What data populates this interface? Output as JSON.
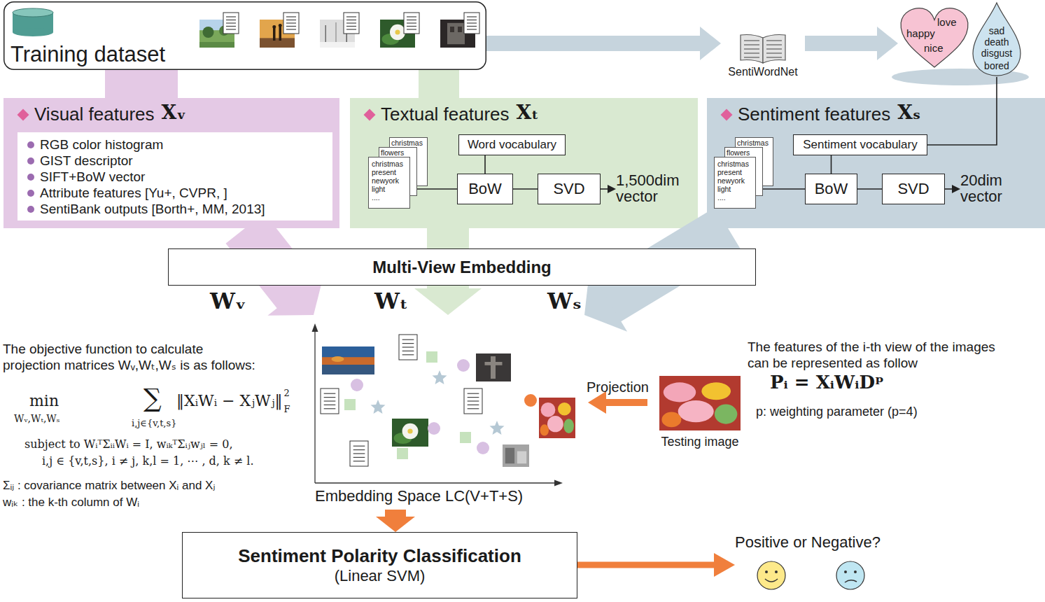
{
  "diagram": {
    "nodes": [
      {
        "text": [
          "Training dataset"
        ]
      },
      {
        "text": [
          "SentiWordNet"
        ]
      },
      {
        "text": [
          "happy",
          "love",
          "nice"
        ]
      },
      {
        "text": [
          "sad",
          "death",
          "disgust",
          "bored"
        ]
      },
      {
        "text": [
          "Visual features",
          "Xᵥ"
        ]
      },
      {
        "text": [
          "RGB color histogram",
          "GIST descriptor",
          "SIFT+BoW vector",
          "Attribute features [Yu+, CVPR, ]",
          "SentiBank outputs [Borth+, MM, 2013]"
        ],
        "in": 4
      },
      {
        "text": [
          "Textual features",
          "Xₜ"
        ]
      },
      {
        "text": [
          "christmas present newyork light ...."
        ],
        "in": 6
      },
      {
        "text": [
          "Word vocabulary"
        ],
        "in": 6
      },
      {
        "text": [
          "BoW"
        ],
        "in": 6
      },
      {
        "text": [
          "SVD"
        ],
        "in": 6
      },
      {
        "text": [
          "1,500dim vector"
        ],
        "in": 6
      },
      {
        "text": [
          "Sentiment features",
          "Xₛ"
        ]
      },
      {
        "text": [
          "christmas present newyork light ...."
        ],
        "in": 12
      },
      {
        "text": [
          "Sentiment vocabulary"
        ],
        "in": 12
      },
      {
        "text": [
          "BoW"
        ],
        "in": 12
      },
      {
        "text": [
          "SVD"
        ],
        "in": 12
      },
      {
        "text": [
          "20dim vector"
        ],
        "in": 12
      },
      {
        "text": [
          "Multi-View Embedding"
        ]
      },
      {
        "text": [
          "Embedding Space LC(V+T+S)"
        ]
      },
      {
        "text": [
          "Testing image"
        ]
      },
      {
        "text": [
          "Sentiment Polarity Classification",
          "(Linear SVM)"
        ]
      },
      {
        "text": [
          "Positive or Negative?"
        ]
      }
    ],
    "edges": [
      {
        "from": 0,
        "to": 4,
        "arrow": "none"
      },
      {
        "from": 0,
        "to": 6,
        "arrow": "none"
      },
      {
        "from": 0,
        "to": 1,
        "arrow": "to"
      },
      {
        "from": 1,
        "to": 2,
        "arrow": "to"
      },
      {
        "from": 3,
        "to": 14,
        "arrow": "none"
      },
      {
        "from": 7,
        "to": 9,
        "arrow": "none"
      },
      {
        "from": 8,
        "to": 9,
        "arrow": "none"
      },
      {
        "from": 9,
        "to": 10,
        "arrow": "none"
      },
      {
        "from": 10,
        "to": 11,
        "arrow": "to"
      },
      {
        "from": 13,
        "to": 15,
        "arrow": "none"
      },
      {
        "from": 14,
        "to": 15,
        "arrow": "none"
      },
      {
        "from": 15,
        "to": 16,
        "arrow": "none"
      },
      {
        "from": 16,
        "to": 17,
        "arrow": "to"
      },
      {
        "from": 4,
        "to": 19,
        "arrow": "to"
      },
      {
        "from": 6,
        "to": 19,
        "arrow": "to"
      },
      {
        "from": 12,
        "to": 19,
        "arrow": "to"
      },
      {
        "from": 20,
        "to": 19,
        "label": "Projection",
        "arrow": "to"
      },
      {
        "from": 19,
        "to": 21,
        "arrow": "to"
      },
      {
        "from": 21,
        "to": 22,
        "arrow": "to"
      }
    ],
    "labels": [
      "christmas",
      "flowers",
      "christmas",
      "flowers",
      "Wᵥ",
      "Wₜ",
      "Wₛ",
      "The objective function to calculate projection matrices Wᵥ,Wₜ,Wₛ is as follows:",
      "min",
      "Wᵥ,Wₜ,Wₛ",
      "∑",
      "i,j∈{v,t,s}",
      "‖XᵢWᵢ − XⱼWⱼ‖",
      "2",
      "F",
      "subject to WᵢᵀΣᵢᵢWᵢ = I, wᵢₖᵀΣᵢⱼwⱼₗ = 0,",
      "i,j ∈ {v,t,s}, i ≠ j, k,l = 1, ⋯ , d, k ≠ l.",
      "Σᵢⱼ : covariance matrix between Xᵢ and Xⱼ",
      "wᵢₖ : the k-th column of Wᵢ",
      "The features of the i-th view of the images can be represented as follow",
      "Pᵢ = XᵢWᵢDᵖ",
      "p: weighting parameter (p=4)"
    ]
  }
}
